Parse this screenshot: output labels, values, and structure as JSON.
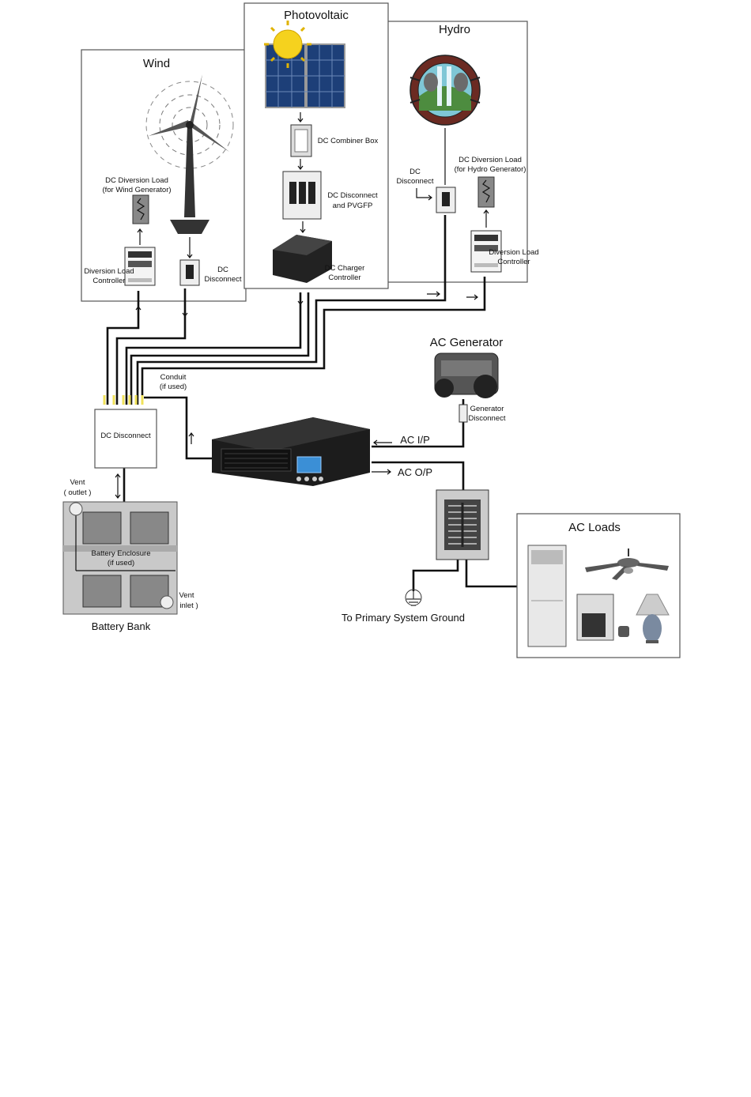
{
  "sections": {
    "wind": "Wind",
    "photovoltaic": "Photovoltaic",
    "hydro": "Hydro",
    "ac_generator": "AC Generator",
    "ac_loads": "AC Loads",
    "battery_bank": "Battery Bank"
  },
  "wind_labels": {
    "diversion_load_line1": "DC Diversion Load",
    "diversion_load_line2": "(for Wind Generator)",
    "controller_line1": "Diversion Load",
    "controller_line2": "Controller",
    "disconnect_line1": "DC",
    "disconnect_line2": "Disconnect"
  },
  "pv_labels": {
    "combiner": "DC Combiner Box",
    "disconnect_line1": "DC Disconnect",
    "disconnect_line2": "and PVGFP",
    "charger_line1": "DC Charger",
    "charger_line2": "Controller"
  },
  "hydro_labels": {
    "disconnect_line1": "DC",
    "disconnect_line2": "Disconnect",
    "diversion_load_line1": "DC Diversion Load",
    "diversion_load_line2": "(for Hydro Generator)",
    "controller_line1": "Diversion Load",
    "controller_line2": "Controller"
  },
  "system_labels": {
    "conduit_line1": "Conduit",
    "conduit_line2": "(if used)",
    "dc_disconnect": "DC Disconnect",
    "generator_disconnect_line1": "Generator",
    "generator_disconnect_line2": "Disconnect",
    "ac_ip": "AC I/P",
    "ac_op": "AC O/P",
    "vent_outlet_line1": "Vent",
    "vent_outlet_line2": "( outlet )",
    "battery_enclosure_line1": "Battery Enclosure",
    "battery_enclosure_line2": "(if used)",
    "vent_inlet_line1": "Vent",
    "vent_inlet_line2": "inlet )",
    "ground": "To Primary System Ground"
  },
  "colors": {
    "sun": "#f5d21e",
    "panel": "#1d3f78",
    "hydro_ring": "#6b2a22",
    "hydro_water": "#7fc7d6",
    "inverter": "#1c1c1c",
    "lcd": "#3b8fd6"
  }
}
